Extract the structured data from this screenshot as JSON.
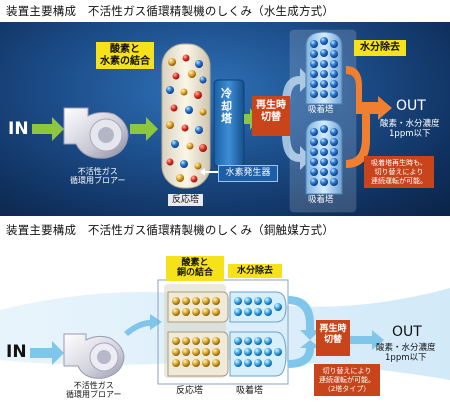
{
  "diagram1": {
    "title": "装置主要構成　不活性ガス循環精製機のしくみ（水生成方式）",
    "in_label": "IN",
    "blower_label": "不活性ガス\n循環用ブロアー",
    "reaction_label": "酸素と\n水素の結合",
    "reaction_tower": "反応塔",
    "cooling_tower": "冷\n却\n塔",
    "hydrogen_generator": "水素発生器",
    "regen_switch": "再生時\n切替",
    "adsorption_top": "吸着塔",
    "adsorption_bottom": "吸着塔",
    "water_removal": "水分除去",
    "out_label": "OUT",
    "out_spec": "酸素・水分濃度\n1ppm以下",
    "note": "吸着塔再生時も、\n切り替えにより\n連続運転が可能。",
    "colors": {
      "yellow": "#f6e21a",
      "red": "#c8451c",
      "green": "#8dc63f",
      "orange": "#f08030"
    }
  },
  "diagram2": {
    "title": "装置主要構成　不活性ガス循環精製機のしくみ（銅触媒方式）",
    "in_label": "IN",
    "blower_label": "不活性ガス\n循環用ブロアー",
    "reaction_label": "酸素と\n銅の結合",
    "water_removal": "水分除去",
    "reaction_tower": "反応塔",
    "adsorption_tower": "吸着塔",
    "regen_switch": "再生時\n切替",
    "out_label": "OUT",
    "out_spec": "酸素・水分濃度\n1ppm以下",
    "note": "切り替えにより\n連続運転が可能。\n（2塔タイプ）"
  }
}
